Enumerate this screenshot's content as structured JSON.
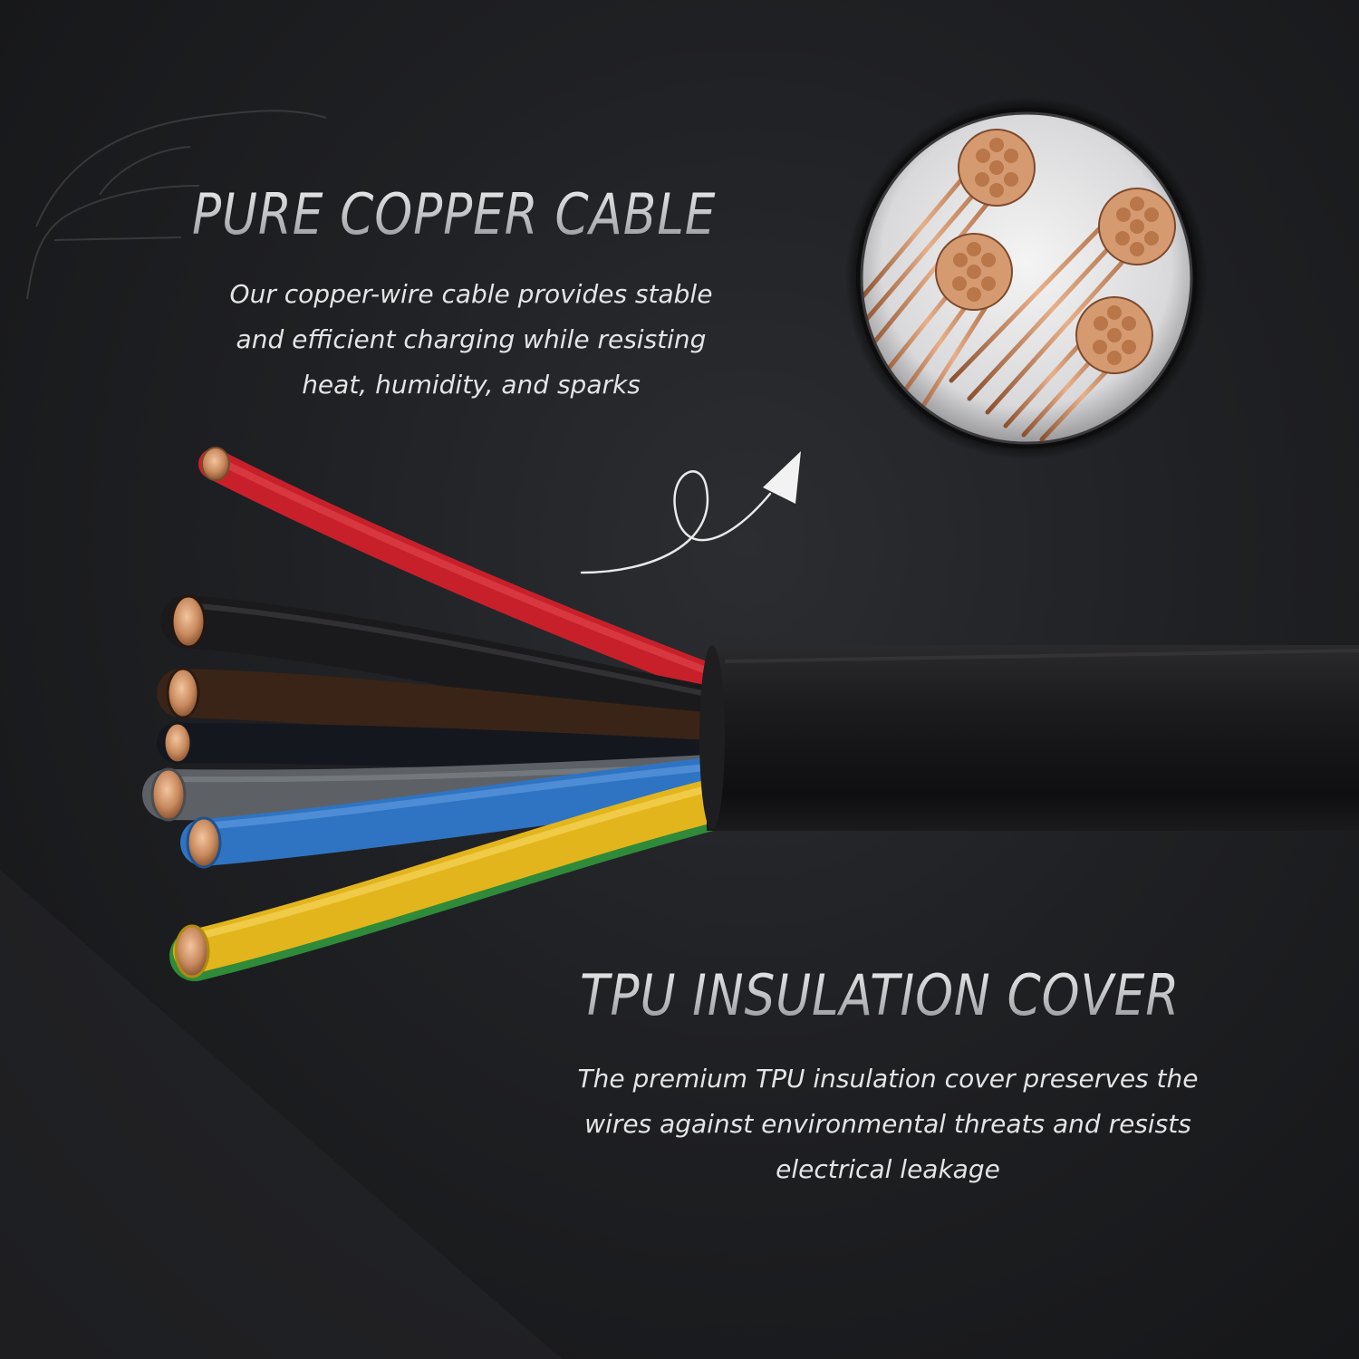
{
  "copper_section": {
    "heading": "PURE COPPER CABLE",
    "description_lines": [
      "Our copper-wire cable provides stable",
      "and efficient charging while resisting",
      "heat, humidity, and sparks"
    ]
  },
  "tpu_section": {
    "heading": "TPU INSULATION COVER",
    "description_lines": [
      "The premium TPU insulation cover preserves the",
      "wires against environmental threats and resists",
      "electrical leakage"
    ]
  },
  "wire_colors": {
    "red": "#c8202a",
    "black": "#1a1a1c",
    "brown": "#3a2418",
    "dark": "#14171d",
    "grey": "#5d6166",
    "blue": "#2f74c2",
    "yellow": "#e3b51c",
    "green_stripe": "#2f8a3a",
    "copper": "#c98a5e",
    "jacket": "#151517"
  },
  "icons": [
    "car-outline-icon",
    "curved-arrow-icon",
    "copper-strands-zoom-icon"
  ]
}
